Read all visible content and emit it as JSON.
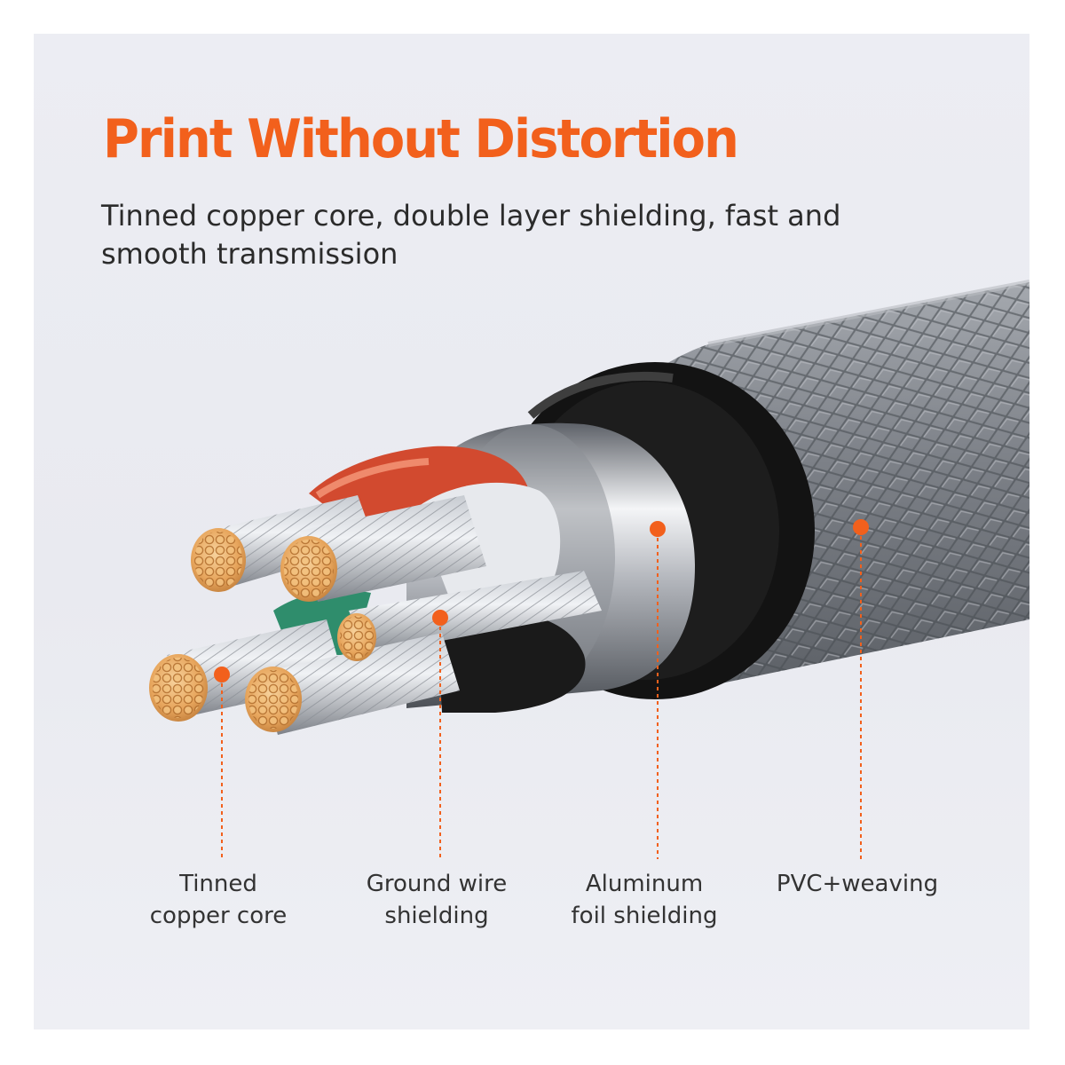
{
  "headline": "Print Without Distortion",
  "subheadline": "Tinned copper core, double layer shielding, fast and smooth transmission",
  "callouts": [
    {
      "line1": "Tinned",
      "line2": "copper core"
    },
    {
      "line1": "Ground wire",
      "line2": "shielding"
    },
    {
      "line1": "Aluminum",
      "line2": "foil shielding"
    },
    {
      "line1": "PVC+weaving",
      "line2": ""
    }
  ],
  "colors": {
    "accent": "#f2601c",
    "copper": "#e9a65a",
    "red_insulation": "#d24a2f",
    "green_insulation": "#2f8d6c",
    "braid": "#7b7f85",
    "jacket": "#151515"
  }
}
